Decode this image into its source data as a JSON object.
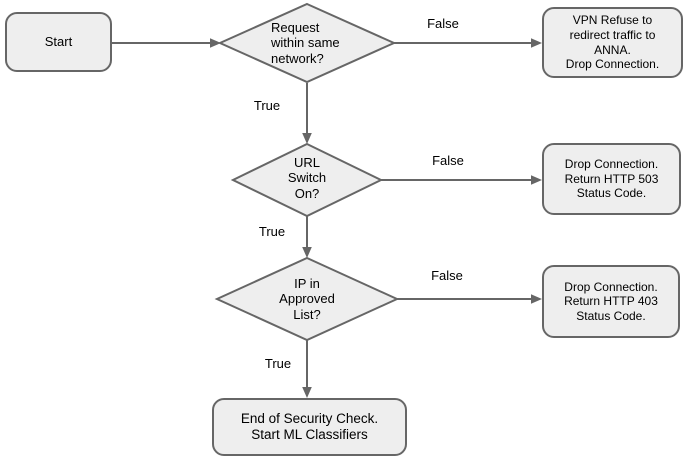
{
  "diagram": {
    "colors": {
      "node_fill": "#eeeeee",
      "node_stroke": "#666666",
      "edge": "#666666",
      "text": "#000000",
      "background": "#ffffff"
    },
    "nodes": {
      "start": {
        "label": "Start"
      },
      "decision_network": {
        "label": "Request\nwithin same\nnetwork?"
      },
      "decision_url_switch": {
        "label": "URL\nSwitch\nOn?"
      },
      "decision_ip_list": {
        "label": "IP in\nApproved\nList?"
      },
      "vpn_refuse": {
        "label": "VPN Refuse to\nredirect traffic to\nANNA.\nDrop Connection."
      },
      "http_503": {
        "label": "Drop Connection.\nReturn HTTP 503\nStatus Code."
      },
      "http_403": {
        "label": "Drop Connection.\nReturn HTTP 403\nStatus Code."
      },
      "end_security": {
        "label": "End of Security Check.\nStart ML Classifiers"
      }
    },
    "edge_labels": {
      "network_true": "True",
      "network_false": "False",
      "url_true": "True",
      "url_false": "False",
      "ip_true": "True",
      "ip_false": "False"
    }
  }
}
